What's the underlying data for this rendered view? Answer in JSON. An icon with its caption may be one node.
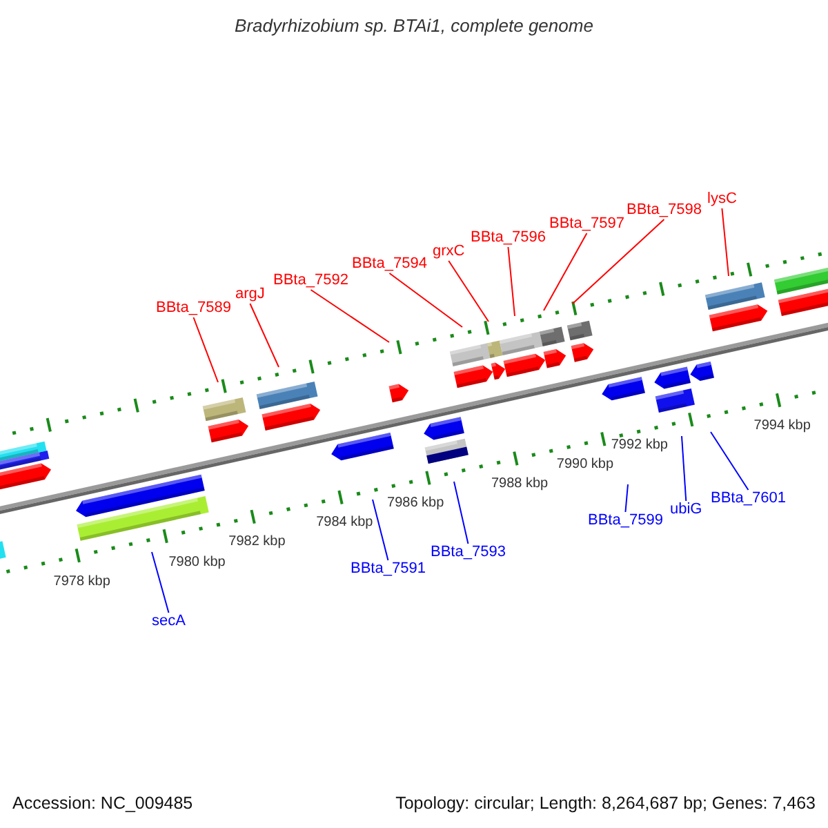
{
  "diagram": {
    "title": "Bradyrhizobium sp. BTAi1, complete genome",
    "nodes": [
      {
        "text": [
          "BBta_7589"
        ]
      },
      {
        "text": [
          "argJ"
        ]
      },
      {
        "text": [
          "BBta_7592"
        ]
      },
      {
        "text": [
          "BBta_7594"
        ]
      },
      {
        "text": [
          "grxC"
        ]
      },
      {
        "text": [
          "BBta_7596"
        ]
      },
      {
        "text": [
          "BBta_7597"
        ]
      },
      {
        "text": [
          "BBta_7598"
        ]
      },
      {
        "text": [
          "lysC"
        ]
      },
      {
        "text": [
          "secA"
        ]
      },
      {
        "text": [
          "BBta_7591"
        ]
      },
      {
        "text": [
          "BBta_7593"
        ]
      },
      {
        "text": [
          "BBta_7599"
        ]
      },
      {
        "text": [
          "ubiG"
        ]
      },
      {
        "text": [
          "BBta_7601"
        ]
      }
    ],
    "edges": [
      {
        "from": 0,
        "to": null,
        "arrow": "none"
      },
      {
        "from": 1,
        "to": null,
        "arrow": "none"
      },
      {
        "from": 2,
        "to": null,
        "arrow": "none"
      },
      {
        "from": 3,
        "to": null,
        "arrow": "none"
      },
      {
        "from": 4,
        "to": null,
        "arrow": "none"
      },
      {
        "from": 5,
        "to": null,
        "arrow": "none"
      },
      {
        "from": 6,
        "to": null,
        "arrow": "none"
      },
      {
        "from": 7,
        "to": null,
        "arrow": "none"
      },
      {
        "from": 8,
        "to": null,
        "arrow": "none"
      },
      {
        "from": 9,
        "to": null,
        "arrow": "none",
        "color": "#0000ff"
      },
      {
        "from": 10,
        "to": null,
        "arrow": "none",
        "color": "#0000ff"
      },
      {
        "from": 11,
        "to": null,
        "arrow": "none",
        "color": "#0000ff"
      },
      {
        "from": 12,
        "to": null,
        "arrow": "none",
        "color": "#0000ff"
      },
      {
        "from": 13,
        "to": null,
        "arrow": "none",
        "color": "#0000ff"
      },
      {
        "from": 14,
        "to": null,
        "arrow": "none",
        "color": "#0000ff"
      }
    ],
    "labels": [
      "7978 kbp",
      "7980 kbp",
      "7982 kbp",
      "7984 kbp",
      "7986 kbp",
      "7988 kbp",
      "7990 kbp",
      "7992 kbp",
      "7994 kbp",
      "Accession: NC_009485",
      "Topology: circular; Length: 8,264,687 bp; Genes: 7,463"
    ]
  }
}
